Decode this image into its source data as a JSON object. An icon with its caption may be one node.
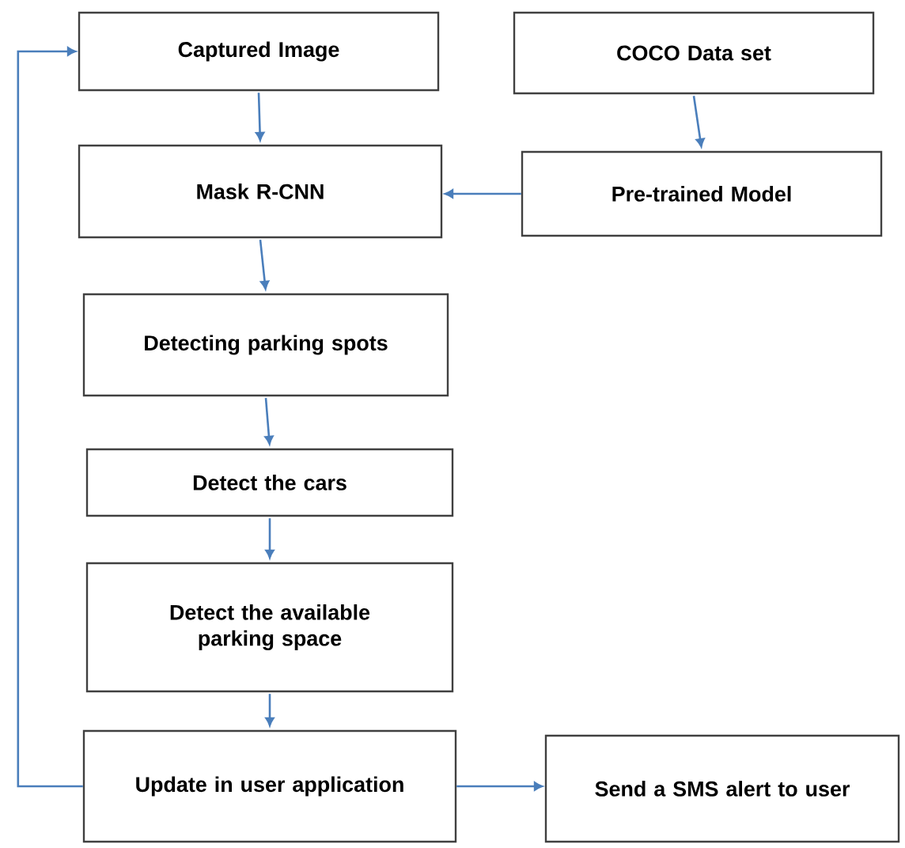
{
  "diagram": {
    "nodes": [
      {
        "text": [
          "Captured Image"
        ]
      },
      {
        "text": [
          "COCO Data set"
        ]
      },
      {
        "text": [
          "Mask R-CNN"
        ]
      },
      {
        "text": [
          "Pre-trained Model"
        ]
      },
      {
        "text": [
          "Detecting parking spots"
        ]
      },
      {
        "text": [
          "Detect the cars"
        ]
      },
      {
        "text": [
          "Detect the available parking space"
        ]
      },
      {
        "text": [
          "Update in user application"
        ]
      },
      {
        "text": [
          "Send a SMS alert to user"
        ]
      }
    ],
    "edges": [
      {
        "from": 0,
        "to": 2,
        "arrow": "to"
      },
      {
        "from": 1,
        "to": 3,
        "arrow": "to"
      },
      {
        "from": 3,
        "to": 2,
        "arrow": "to"
      },
      {
        "from": 2,
        "to": 4,
        "arrow": "to"
      },
      {
        "from": 4,
        "to": 5,
        "arrow": "to"
      },
      {
        "from": 5,
        "to": 6,
        "arrow": "to"
      },
      {
        "from": 6,
        "to": 7,
        "arrow": "to"
      },
      {
        "from": 7,
        "to": 0,
        "arrow": "to"
      },
      {
        "from": 7,
        "to": 8,
        "arrow": "to"
      }
    ]
  }
}
